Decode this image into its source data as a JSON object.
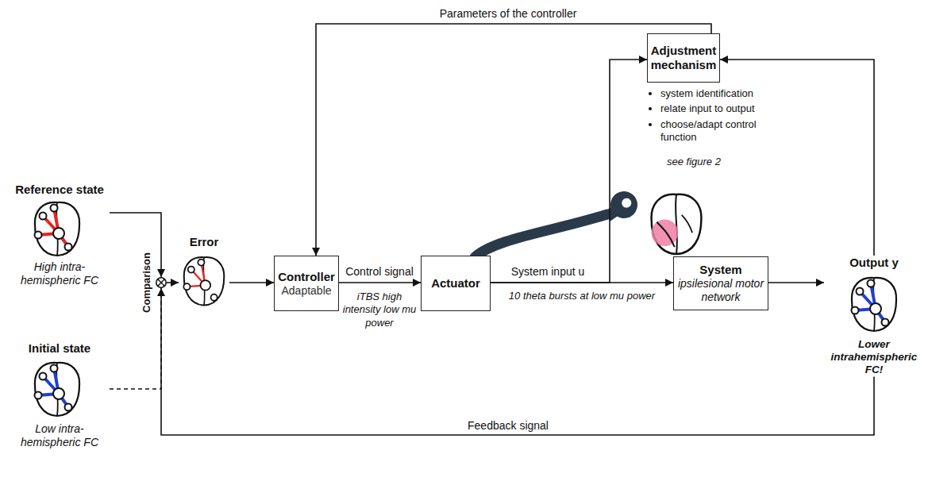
{
  "diagram": {
    "nodes": [
      {
        "text": [
          "Reference state",
          "High intra-hemispheric FC"
        ]
      },
      {
        "text": [
          "Initial state",
          "Low intra-hemispheric FC"
        ]
      },
      {
        "text": [
          "Comparison"
        ]
      },
      {
        "text": [
          "Error"
        ]
      },
      {
        "text": [
          "Controller",
          "Adaptable"
        ]
      },
      {
        "text": [
          "Actuator"
        ]
      },
      {
        "text": [
          "Adjustment mechanism"
        ]
      },
      {
        "text": [
          "System",
          "ipsilesional motor network"
        ]
      },
      {
        "text": [
          "Output y",
          "Lower intrahemispheric FC!"
        ]
      }
    ],
    "edges": [
      {
        "from": 0,
        "to": 2,
        "arrow": "to"
      },
      {
        "from": 1,
        "to": 2,
        "arrow": "none"
      },
      {
        "from": 2,
        "to": 3,
        "arrow": "to"
      },
      {
        "from": 3,
        "to": 4,
        "arrow": "to"
      },
      {
        "from": 4,
        "to": 5,
        "label": "Control signal",
        "arrow": "to"
      },
      {
        "from": 5,
        "to": 7,
        "label": "System input u",
        "arrow": "to"
      },
      {
        "from": 7,
        "to": 8,
        "arrow": "to"
      },
      {
        "from": 8,
        "to": 6,
        "arrow": "to"
      },
      {
        "from": 5,
        "to": 6,
        "arrow": "to"
      },
      {
        "from": 6,
        "to": 4,
        "label": "Parameters of the controller",
        "arrow": "to"
      },
      {
        "from": 8,
        "to": 2,
        "label": "Feedback signal",
        "arrow": "to"
      }
    ],
    "labels": [
      "iTBS high intensity low mu power",
      "10 theta bursts at low mu power",
      "system identification",
      "relate input to output",
      "choose/adapt control function",
      "see figure 2"
    ]
  }
}
